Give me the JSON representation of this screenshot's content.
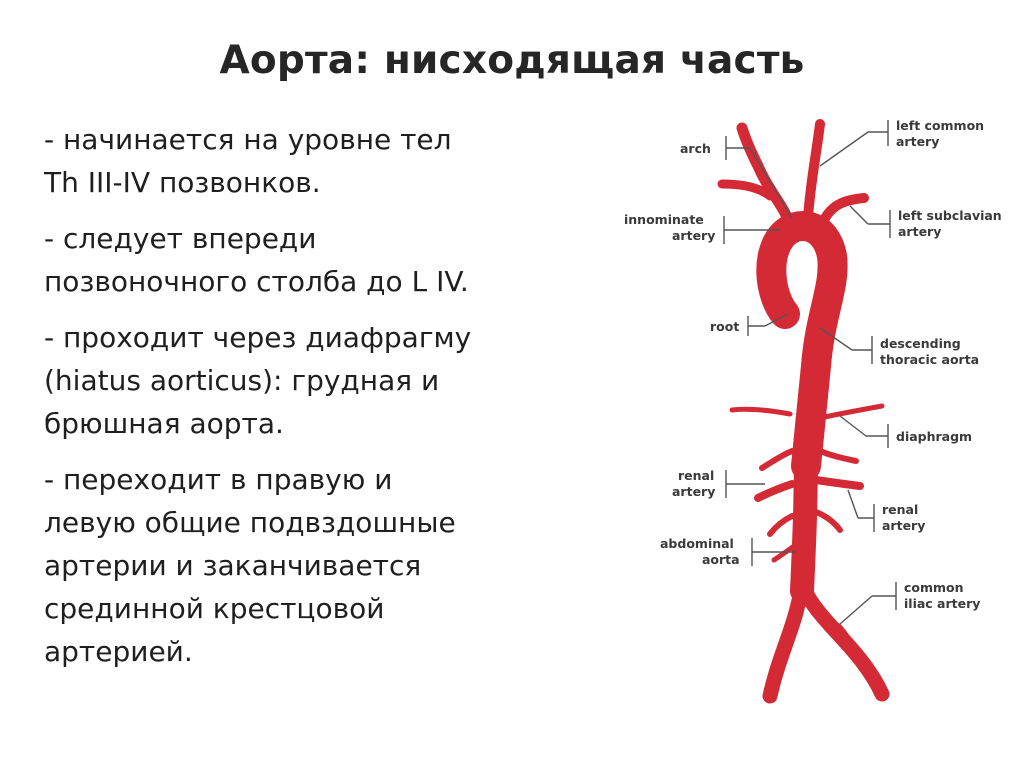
{
  "title": "Аорта: нисходящая часть",
  "bullets": [
    {
      "lines": [
        "- начинается на уровне тел",
        "Th III-IV позвонков."
      ]
    },
    {
      "lines": [
        "- следует впереди",
        "позвоночного столба до L IV."
      ]
    },
    {
      "lines": [
        "- проходит через диафрагму",
        "(hiatus aorticus): грудная и",
        "брюшная аорта."
      ]
    },
    {
      "lines": [
        "- переходит в правую и",
        "левую общие подвздошные",
        "артерии и заканчивается",
        "срединной крестцовой",
        "артерией."
      ]
    }
  ],
  "diagram": {
    "labels_left": {
      "arch": "arch",
      "innominate_1": "innominate",
      "innominate_2": "artery",
      "root": "root",
      "renal_1": "renal",
      "renal_2": "artery",
      "abdominal_1": "abdominal",
      "abdominal_2": "aorta"
    },
    "labels_right": {
      "left_common_1": "left common",
      "left_common_2": "artery",
      "left_subclavian_1": "left subclavian",
      "left_subclavian_2": "artery",
      "descending_1": "descending",
      "descending_2": "thoracic aorta",
      "diaphragm": "diaphragm",
      "renal_1": "renal",
      "renal_2": "artery",
      "common_iliac_1": "common",
      "common_iliac_2": "iliac artery"
    },
    "vessel_color": "#d42a36"
  }
}
